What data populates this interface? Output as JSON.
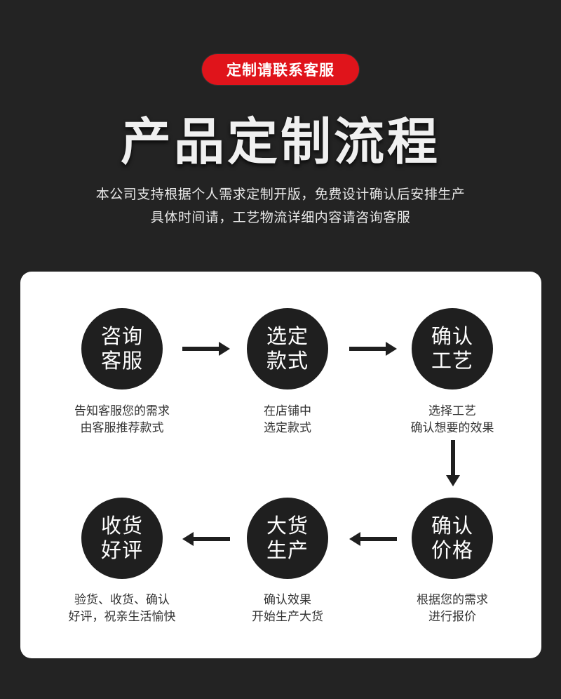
{
  "header": {
    "badge": "定制请联系客服",
    "title": "产品定制流程",
    "intro_line1": "本公司支持根据个人需求定制开版，免费设计确认后安排生产",
    "intro_line2": "具体时间请，工艺物流详细内容请咨询客服"
  },
  "steps": [
    {
      "title": "咨询客服",
      "desc1": "告知客服您的需求",
      "desc2": "由客服推荐款式"
    },
    {
      "title": "选定款式",
      "desc1": "在店铺中",
      "desc2": "选定款式"
    },
    {
      "title": "确认工艺",
      "desc1": "选择工艺",
      "desc2": "确认想要的效果"
    },
    {
      "title": "确认价格",
      "desc1": "根据您的需求",
      "desc2": "进行报价"
    },
    {
      "title": "大货生产",
      "desc1": "确认效果",
      "desc2": "开始生产大货"
    },
    {
      "title": "收货好评",
      "desc1": "验货、收货、确认",
      "desc2": "好评，祝亲生活愉快"
    }
  ],
  "colors": {
    "background": "#232323",
    "badge": "#e0141b",
    "circle": "#1f1f1f",
    "panel": "#ffffff"
  },
  "icons": [
    "arrow-right-icon",
    "arrow-down-icon",
    "arrow-left-icon"
  ]
}
